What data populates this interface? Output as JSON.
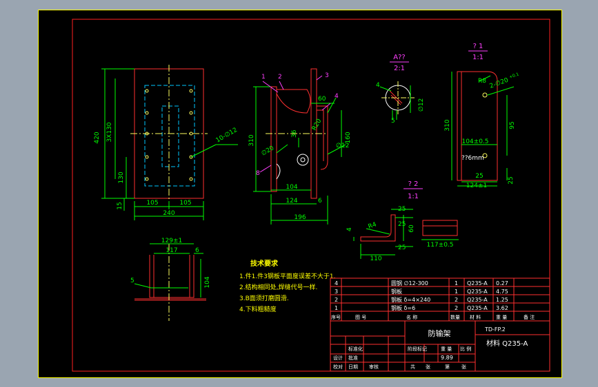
{
  "colors": {
    "frame": "#ff2020",
    "border": "#ffff00",
    "dim": "#00ff00",
    "part": "#ff3030",
    "hidden": "#00c8ff",
    "center": "#ffff60",
    "label": "#ff40ff",
    "white": "#ffffff",
    "text_yellow": "#ffff00"
  },
  "view_front": {
    "height_total": "420",
    "height_holes": "3X130",
    "height_lower": "130",
    "bottom_offset": "15",
    "left_half": "105",
    "right_half": "105",
    "width_total": "240",
    "hole_callout": "10-∅12"
  },
  "view_side": {
    "balloon_1": "1",
    "balloon_2": "2",
    "balloon_3": "3",
    "balloon_4": "4",
    "balloon_8": "8",
    "height": "310",
    "dim_60": "60",
    "dim_36": "36",
    "dim_r20": "R20",
    "dim_160": "160",
    "dim_phi12": "∅12",
    "dim_phi20": "∅20",
    "dim_104": "104",
    "dim_124": "124",
    "dim_6": "6",
    "dim_196": "196"
  },
  "detail_a": {
    "title": "A??",
    "scale": "2:1",
    "dim_4": "4",
    "dim_5": "5",
    "dim_phi12": "∅12"
  },
  "detail_1": {
    "label": "?  1",
    "scale": "1:1",
    "r8": "R8",
    "hole": "2-∅20",
    "tol": "+0.1",
    "dim_310": "310",
    "dim_95": "95",
    "dim_104": "104±0.5",
    "dim_mm": "??6mm",
    "dim_25a": "25",
    "dim_124": "124±1",
    "dim_25b": "25"
  },
  "detail_2": {
    "label": "?  2",
    "scale": "1:1",
    "dim_25a": "25",
    "dim_25b": "25",
    "dim_60": "60",
    "dim_r4": "R4",
    "dim_4": "4",
    "dim_25c": "25",
    "dim_110": "110",
    "dim_117": "117±0.5"
  },
  "view_top": {
    "dim_129": "129±1",
    "dim_117": "117",
    "dim_6": "6",
    "dim_104": "104",
    "dim_5": "5"
  },
  "notes": {
    "title": "技术要求",
    "lines": [
      "1.件1.件3钢板平面度误差不大于1.",
      "2.结构相同处,焊缝代号一样.",
      "3.B面须打磨圆滑.",
      "4.下料粗糙度"
    ]
  },
  "bom": {
    "rows": [
      {
        "no": "4",
        "name": "圆钢 ∅12-300",
        "qty": "1",
        "mat": "Q235-A",
        "wt": "0.27"
      },
      {
        "no": "3",
        "name": "钢板",
        "qty": "1",
        "mat": "Q235-A",
        "wt": "4.75"
      },
      {
        "no": "2",
        "name": "钢板 δ=4×240",
        "qty": "2",
        "mat": "Q235-A",
        "wt": "1.25"
      },
      {
        "no": "1",
        "name": "钢板 δ=6",
        "qty": "2",
        "mat": "Q235-A",
        "wt": "3.62"
      }
    ],
    "header": [
      "序号",
      "图  号",
      "名    称",
      "数量",
      "材  料",
      "重  量",
      "备  注"
    ]
  },
  "title_block": {
    "part_name": "防输架",
    "drawing_no": "TD-FP.2",
    "material": "材料 Q235-A",
    "weight": "9.89",
    "labels": {
      "design": "设计",
      "check": "校对",
      "review": "审核",
      "standard": "标准化",
      "approve": "批准",
      "date": "日期",
      "stage": "阶段标记",
      "mass": "重 量",
      "scale": "比 例",
      "sheet_total": "共",
      "sheet": "张",
      "page": "第",
      "page_unit": "张"
    }
  }
}
